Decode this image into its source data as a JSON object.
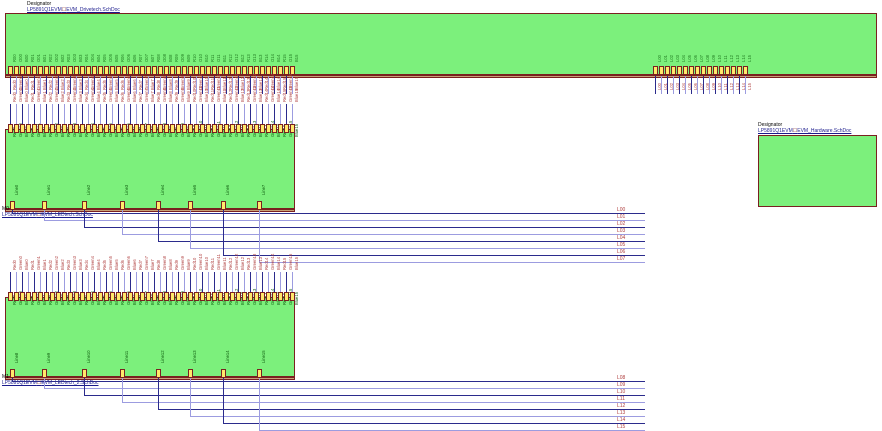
{
  "sheets": [
    {
      "id": "drivetech",
      "designator_label": "Designator",
      "designator": "LP5891Q1EVM",
      "filename": "EVM_Drivetech.SchDoc",
      "full_filename": "LP5891Q1EVM_Drivetech.SchDoc"
    },
    {
      "id": "ledtech0",
      "designator_label": "M0",
      "designator": "LP5891Q1EVM",
      "filename": "EVM_LEDtech.SchDoc",
      "full_filename": "LP5891Q1EVM_LEDtech.SchDoc"
    },
    {
      "id": "hardware",
      "designator_label": "Designator",
      "designator": "LP5891Q1EVM",
      "filename": "EVM_Hardware.SchDoc",
      "full_filename": "LP5891Q1EVM_Hardware.SchDoc"
    },
    {
      "id": "ledtech2",
      "designator_label": "M1",
      "designator": "LP5891Q1EVM",
      "filename": "EVM_LEDtech_2.SchDoc",
      "full_filename": "LP5891Q1EVM_LEDtech_2.SchDoc"
    }
  ],
  "drivetech_rgb_pins": [
    "R00",
    "O00",
    "B00",
    "R01",
    "O01",
    "B01",
    "R02",
    "O02",
    "B02",
    "R03",
    "O03",
    "B03",
    "R04",
    "O04",
    "B04",
    "R05",
    "O05",
    "B05",
    "R06",
    "O06",
    "B06",
    "R07",
    "O07",
    "B07",
    "R08",
    "O08",
    "B08",
    "R09",
    "O09",
    "B09",
    "R10",
    "O10",
    "B10",
    "R11",
    "O11",
    "B11",
    "R12",
    "O12",
    "B12",
    "R13",
    "O13",
    "B13",
    "R14",
    "O14",
    "B14",
    "R15",
    "O15",
    "B15"
  ],
  "drivetech_rgb_nets": [
    "Red0",
    "Green0",
    "Blue0",
    "Red1",
    "Green1",
    "Blue1",
    "Red2",
    "Green2",
    "Blue2",
    "Red3",
    "Green3",
    "Blue3",
    "Red4",
    "Green4",
    "Blue4",
    "Red5",
    "Green5",
    "Blue5",
    "Red6",
    "Green6",
    "Blue6",
    "Red7",
    "Green7",
    "Blue7",
    "Red8",
    "Green8",
    "Blue8",
    "Red9",
    "Green9",
    "Blue9",
    "Red10",
    "Green10",
    "Blue10",
    "Red11",
    "Green11",
    "Blue11",
    "Red12",
    "Green12",
    "Blue12",
    "Red13",
    "Green13",
    "Blue13",
    "Red14",
    "Green14",
    "Blue14",
    "Red15",
    "Green15",
    "Blue15"
  ],
  "drivetech_line_pins": [
    "L00",
    "L01",
    "L02",
    "L03",
    "L04",
    "L05",
    "L06",
    "L07",
    "L08",
    "L09",
    "L10",
    "L11",
    "L12",
    "L13",
    "L14",
    "L15"
  ],
  "drivetech_line_nets": [
    "L00",
    "L01",
    "L02",
    "L03",
    "L04",
    "L05",
    "L06",
    "L07",
    "L08",
    "L09",
    "L10",
    "L11",
    "L12",
    "L13",
    "L14",
    "L15"
  ],
  "ledtech0": {
    "rgb_pins": [
      "Red0",
      "Green0",
      "Blue0",
      "Red1",
      "Green1",
      "Blue1",
      "Red2",
      "Green2",
      "Blue2",
      "Red3",
      "Green3",
      "Blue3",
      "Red4",
      "Green4",
      "Blue4",
      "Red5",
      "Green5",
      "Blue5",
      "Red6",
      "Green6",
      "Blue6",
      "Red7",
      "Green7",
      "Blue7",
      "Red8",
      "Green8",
      "Blue8",
      "Red9",
      "Green9",
      "Blue9",
      "Red10",
      "Green10",
      "Blue10",
      "Red11",
      "Green11",
      "Blue11",
      "Red12",
      "Green12",
      "Blue12",
      "Red13",
      "Green13",
      "Blue13",
      "Red14",
      "Green14",
      "Blue14",
      "Red15",
      "Green15",
      "Blue15"
    ],
    "rgb_nets": [
      "Red0",
      "Green0",
      "Blue0",
      "Red1",
      "Green1",
      "Blue1",
      "Red2",
      "Green2",
      "Blue2",
      "Red3",
      "Green3",
      "Blue3",
      "Red4",
      "Green4",
      "Blue4",
      "Red5",
      "Green5",
      "Blue5",
      "Red6",
      "Green6",
      "Blue6",
      "Red7",
      "Green7",
      "Blue7",
      "Red8",
      "Green8",
      "Blue8",
      "Red9",
      "Green9",
      "Blue9",
      "Red10",
      "Green10",
      "Blue10",
      "Red11",
      "Green11",
      "Blue11",
      "Red12",
      "Green12",
      "Blue12",
      "Red13",
      "Green13",
      "Blue13",
      "Red14",
      "Green14",
      "Blue14",
      "Red15",
      "Green15",
      "Blue15"
    ],
    "line_pins": [
      "Line0",
      "Line1",
      "Line2",
      "Line3",
      "Line4",
      "Line5",
      "Line6",
      "Line7"
    ],
    "bus_nets": [
      "L00",
      "L01",
      "L02",
      "L03",
      "L04",
      "L05",
      "L06",
      "L07"
    ]
  },
  "ledtech2": {
    "rgb_pins": [
      "Red0",
      "Green0",
      "Blue0",
      "Red1",
      "Green1",
      "Blue1",
      "Red2",
      "Green2",
      "Blue2",
      "Red3",
      "Green3",
      "Blue3",
      "Red4",
      "Green4",
      "Blue4",
      "Red5",
      "Green5",
      "Blue5",
      "Red6",
      "Green6",
      "Blue6",
      "Red7",
      "Green7",
      "Blue7",
      "Red8",
      "Green8",
      "Blue8",
      "Red9",
      "Green9",
      "Blue9",
      "Red10",
      "Green10",
      "Blue10",
      "Red11",
      "Green11",
      "Blue11",
      "Red12",
      "Green12",
      "Blue12",
      "Red13",
      "Green13",
      "Blue13",
      "Red14",
      "Green14",
      "Blue14",
      "Red15",
      "Green15",
      "Blue15"
    ],
    "rgb_nets": [
      "Red0",
      "Green0",
      "Blue0",
      "Red1",
      "Green1",
      "Blue1",
      "Red2",
      "Green2",
      "Blue2",
      "Red3",
      "Green3",
      "Blue3",
      "Red4",
      "Green4",
      "Blue4",
      "Red5",
      "Green5",
      "Blue5",
      "Red6",
      "Green6",
      "Blue6",
      "Red7",
      "Green7",
      "Blue7",
      "Red8",
      "Green8",
      "Blue8",
      "Red9",
      "Green9",
      "Blue9",
      "Red10",
      "Green10",
      "Blue10",
      "Red11",
      "Green11",
      "Blue11",
      "Red12",
      "Green12",
      "Blue12",
      "Red13",
      "Green13",
      "Blue13",
      "Red14",
      "Green14",
      "Blue14",
      "Red15",
      "Green15",
      "Blue15"
    ],
    "line_pins": [
      "Line8",
      "Line9",
      "Line10",
      "Line11",
      "Line12",
      "Line13",
      "Line14",
      "Line15"
    ],
    "bus_nets": [
      "L08",
      "L09",
      "L10",
      "L11",
      "L12",
      "L13",
      "L14",
      "L15"
    ]
  },
  "colors": {
    "sheet_fill": "#7cf07c",
    "sheet_border": "#7a2020",
    "filebar_fill": "#c8a077",
    "pin_fill": "#ffe96b",
    "wire": "#2b2b8c",
    "wire_light": "#9c9ce0",
    "net_text": "#b04040",
    "pin_text": "#1f7a1f",
    "filename_text": "#1a1a8c"
  }
}
